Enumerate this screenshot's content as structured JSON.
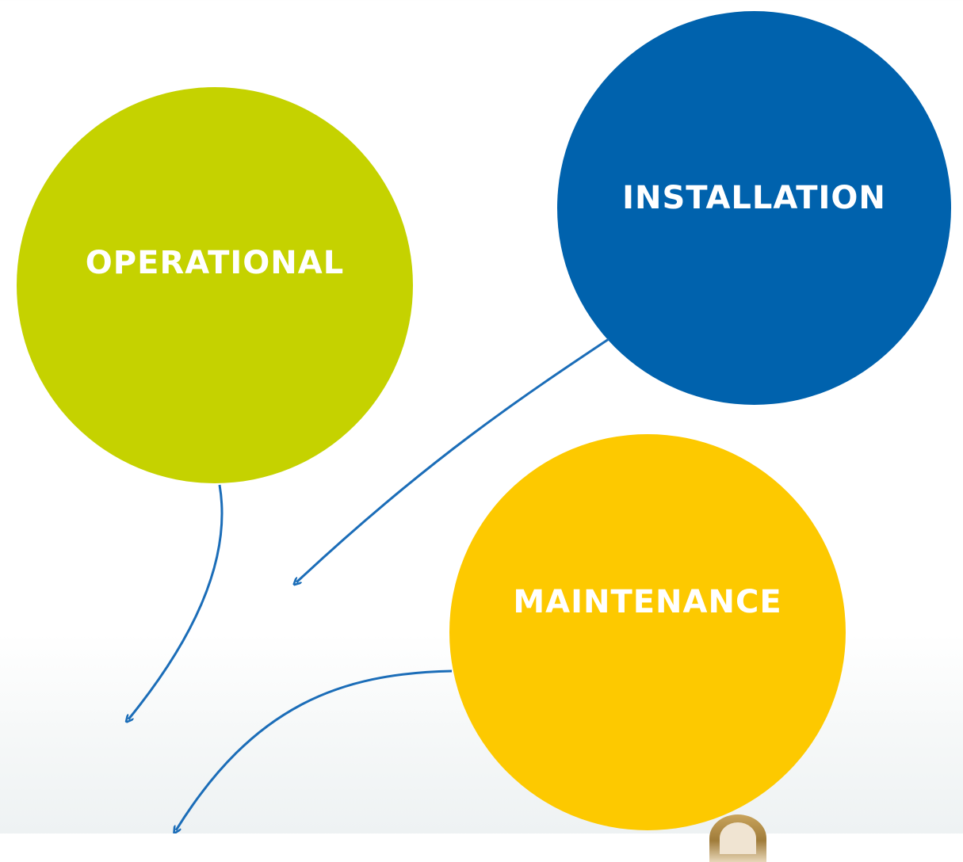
{
  "diagram": {
    "circles": [
      {
        "id": "operational",
        "label": "OPERATIONAL",
        "color": "#c5d200"
      },
      {
        "id": "installation",
        "label": "INSTALLATION",
        "color": "#0062ad"
      },
      {
        "id": "maintenance",
        "label": "MAINTENANCE",
        "color": "#fdc900"
      }
    ],
    "arrow_color": "#1b6db8",
    "arrows": [
      {
        "from": "operational",
        "direction": "down-left"
      },
      {
        "from": "installation",
        "direction": "down-left"
      },
      {
        "from": "maintenance",
        "direction": "down-left"
      }
    ]
  }
}
